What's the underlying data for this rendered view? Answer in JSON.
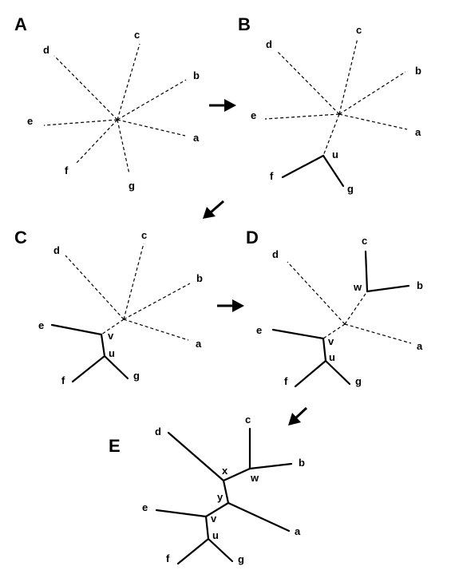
{
  "panels": {
    "A": {
      "label": "A",
      "leaves": [
        "d",
        "c",
        "b",
        "e",
        "a",
        "f",
        "g"
      ]
    },
    "B": {
      "label": "B",
      "leaves": [
        "d",
        "c",
        "b",
        "e",
        "a",
        "f",
        "g"
      ],
      "nodes": [
        "u"
      ]
    },
    "C": {
      "label": "C",
      "leaves": [
        "d",
        "c",
        "b",
        "e",
        "a",
        "f",
        "g"
      ],
      "nodes": [
        "v",
        "u"
      ]
    },
    "D": {
      "label": "D",
      "leaves": [
        "d",
        "c",
        "b",
        "e",
        "a",
        "f",
        "g"
      ],
      "nodes": [
        "w",
        "v",
        "u"
      ]
    },
    "E": {
      "label": "E",
      "leaves": [
        "d",
        "c",
        "b",
        "e",
        "a",
        "f",
        "g"
      ],
      "nodes": [
        "x",
        "w",
        "y",
        "v",
        "u"
      ]
    }
  },
  "colors": {
    "ink": "#000000",
    "background": "#ffffff"
  }
}
